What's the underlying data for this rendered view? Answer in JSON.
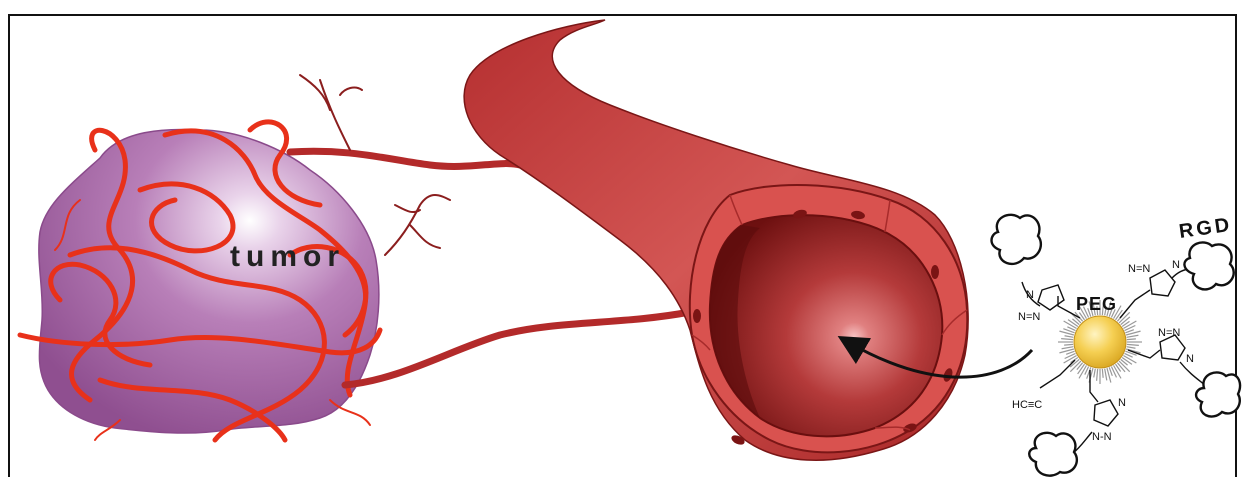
{
  "labels": {
    "tumor": "tumor",
    "peg": "PEG",
    "rgd": "RGD",
    "azide_top": "N=N",
    "azide_top_n": "N",
    "azide_right": "N=N",
    "azide_right_n": "N",
    "azide_left": "N=N",
    "azide_left_n": "N",
    "azide_bottom": "N",
    "azide_bottom_nn": "N-N",
    "alkyne": "HC≡C"
  },
  "colors": {
    "tumor_fill": "#a96aa8",
    "vessel_fill": "#c5403f",
    "vessel_dark": "#7a1616",
    "capillary": "#e8311a",
    "nanoparticle": "#f2c94c",
    "border": "#111111"
  }
}
